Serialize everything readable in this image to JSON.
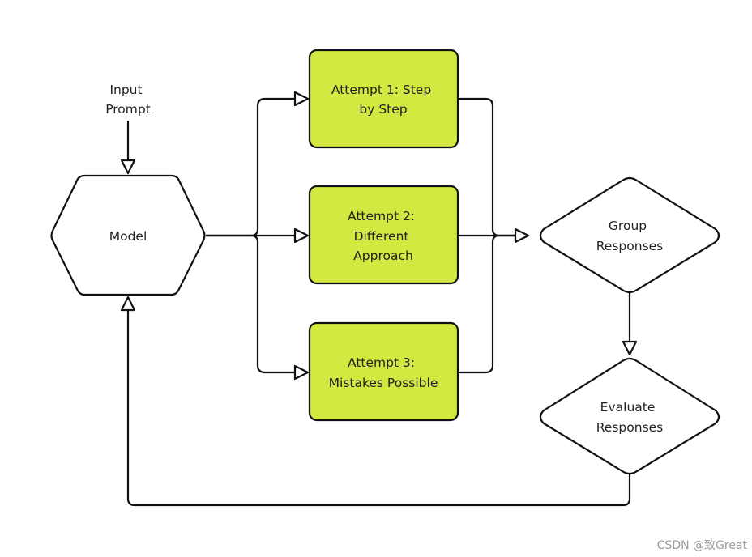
{
  "diagram": {
    "input": {
      "lines": [
        "Input",
        "Prompt"
      ]
    },
    "model": {
      "lines": [
        "Model"
      ]
    },
    "attempts": [
      {
        "lines": [
          "Attempt 1: Step",
          "by Step"
        ]
      },
      {
        "lines": [
          "Attempt 2:",
          "Different",
          "Approach"
        ]
      },
      {
        "lines": [
          "Attempt 3:",
          "Mistakes Possible"
        ]
      }
    ],
    "group": {
      "lines": [
        "Group",
        "Responses"
      ]
    },
    "evaluate": {
      "lines": [
        "Evaluate",
        "Responses"
      ]
    }
  },
  "colors": {
    "attempt_fill": "#d4e842",
    "node_fill": "#ffffff",
    "stroke": "#111111",
    "text": "#222222"
  },
  "watermark": "CSDN @致Great"
}
